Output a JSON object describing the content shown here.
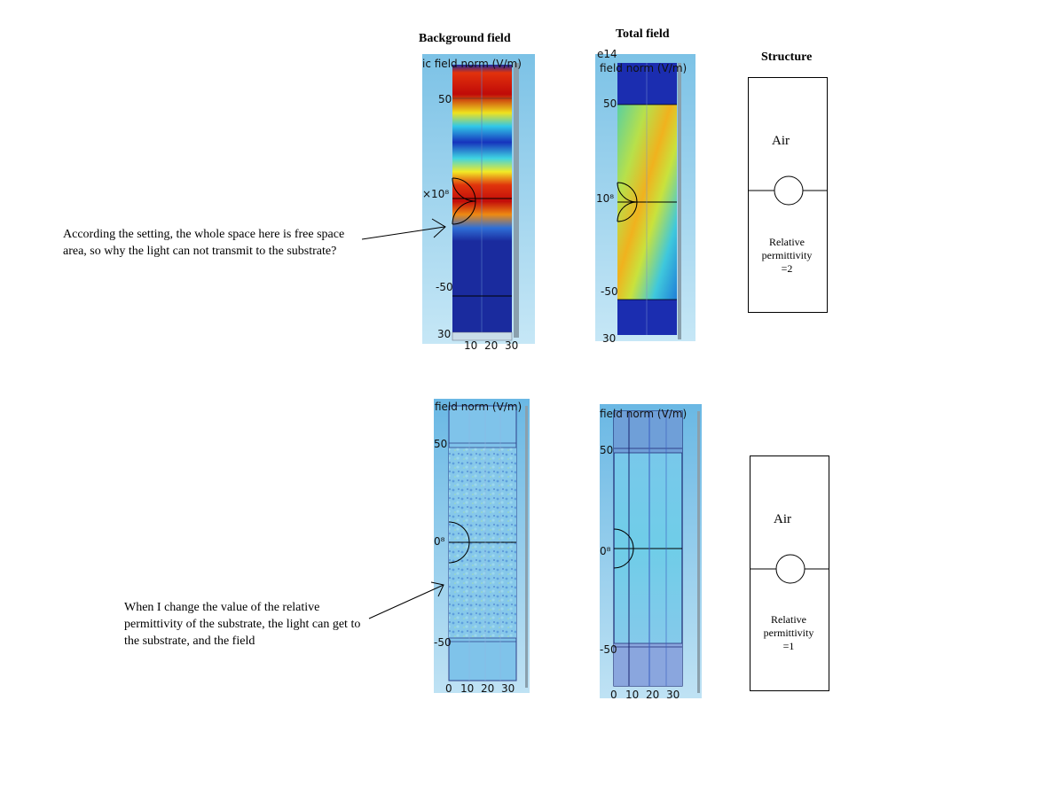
{
  "headings": {
    "background_field": "Background field",
    "total_field": "Total field",
    "structure": "Structure"
  },
  "plots": {
    "bg_top": {
      "colorbar_title": "ic field norm (V/m)",
      "scale_label": "×10⁸",
      "y_ticks": [
        "50",
        "-50",
        "30"
      ],
      "x_ticks": [
        "10",
        "20",
        "30"
      ]
    },
    "total_top": {
      "colorbar_title": "field norm (V/m)",
      "exponent_label": "e14",
      "scale_label": "10⁸",
      "y_ticks": [
        "50",
        "-50",
        "30"
      ]
    },
    "bg_bottom": {
      "colorbar_title": "field norm (V/m)",
      "scale_label": "0⁸",
      "y_ticks": [
        "50",
        "-50"
      ],
      "x_ticks": [
        "0",
        "10",
        "20",
        "30"
      ]
    },
    "total_bottom": {
      "colorbar_title": "field norm (V/m)",
      "scale_label": "0⁸",
      "y_ticks": [
        "50",
        "-50"
      ],
      "x_ticks": [
        "0",
        "10",
        "20",
        "30"
      ]
    }
  },
  "annotations": {
    "top_note": "According the setting, the whole space here is free space area, so why the light can not transmit to the substrate?",
    "bottom_note": "When I change the value of the relative permittivity of the substrate, the light can get to the substrate, and the field"
  },
  "structures": {
    "top": {
      "air_label": "Air",
      "substrate_line1": "Relative",
      "substrate_line2": "permittivity",
      "substrate_line3": "=2"
    },
    "bottom": {
      "air_label": "Air",
      "substrate_line1": "Relative",
      "substrate_line2": "permittivity",
      "substrate_line3": "=1"
    }
  },
  "colors": {
    "panel_bg": "#a9d8ee",
    "field_low": "#1a2a9c",
    "field_high": "#c8100a"
  }
}
